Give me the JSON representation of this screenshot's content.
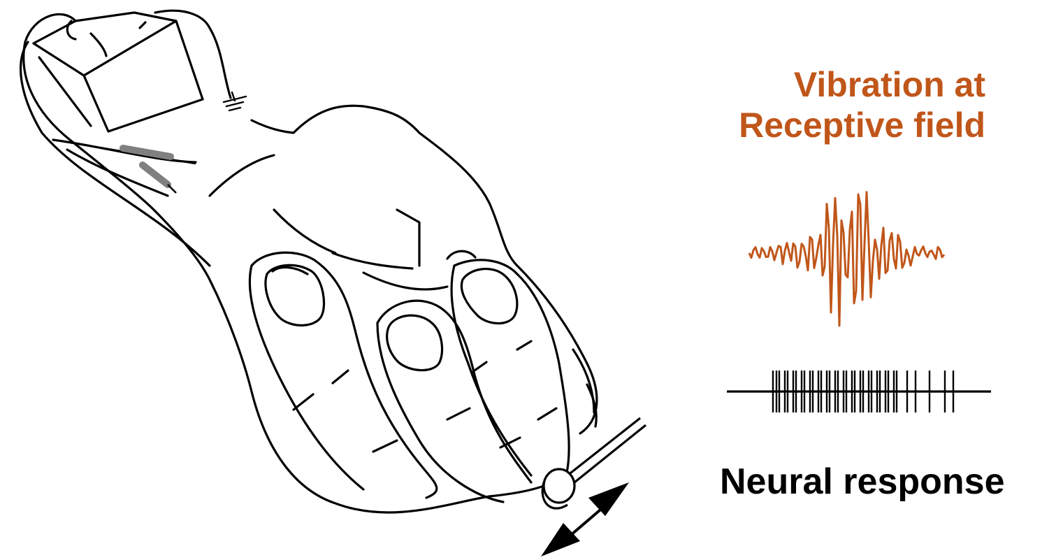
{
  "labels": {
    "stimulus_line1": "Vibration at",
    "stimulus_line2": "Receptive field",
    "response": "Neural response"
  },
  "colors": {
    "stimulus": "#c0561a",
    "ink": "#000000",
    "electrode": "#808080"
  },
  "icons": {
    "hand": "hand-illustration",
    "probe": "vibration-probe",
    "arrow": "double-headed-arrow",
    "waveform": "vibration-waveform",
    "spikes": "spike-train"
  }
}
